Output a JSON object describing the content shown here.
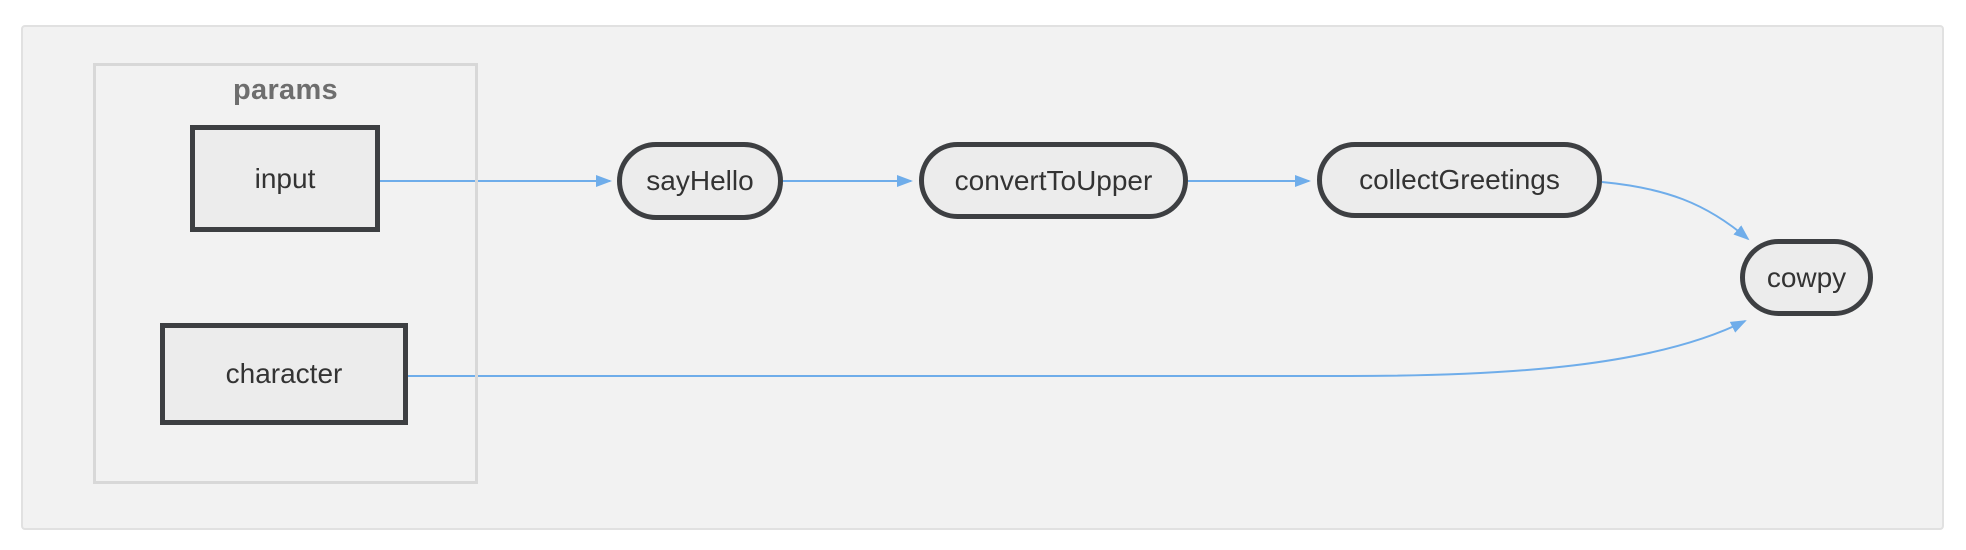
{
  "diagram": {
    "group": {
      "label": "params"
    },
    "nodes": {
      "input": {
        "label": "input",
        "shape": "rectangle",
        "group": "params"
      },
      "character": {
        "label": "character",
        "shape": "rectangle",
        "group": "params"
      },
      "sayHello": {
        "label": "sayHello",
        "shape": "pill"
      },
      "convertToUpper": {
        "label": "convertToUpper",
        "shape": "pill"
      },
      "collectGreetings": {
        "label": "collectGreetings",
        "shape": "pill"
      },
      "cowpy": {
        "label": "cowpy",
        "shape": "pill"
      }
    },
    "edges": [
      {
        "from": "input",
        "to": "sayHello"
      },
      {
        "from": "sayHello",
        "to": "convertToUpper"
      },
      {
        "from": "convertToUpper",
        "to": "collectGreetings"
      },
      {
        "from": "collectGreetings",
        "to": "cowpy"
      },
      {
        "from": "character",
        "to": "cowpy"
      }
    ],
    "colors": {
      "edge": "#6fadea",
      "node_border": "#3d3f42",
      "node_fill": "#ececec",
      "node_text": "#333333",
      "canvas_fill": "#f2f2f2",
      "canvas_border": "#e1e1e1",
      "group_border": "#d8d8d8",
      "group_label_text": "#6e6e6e",
      "page_background": "#ffffff"
    }
  }
}
